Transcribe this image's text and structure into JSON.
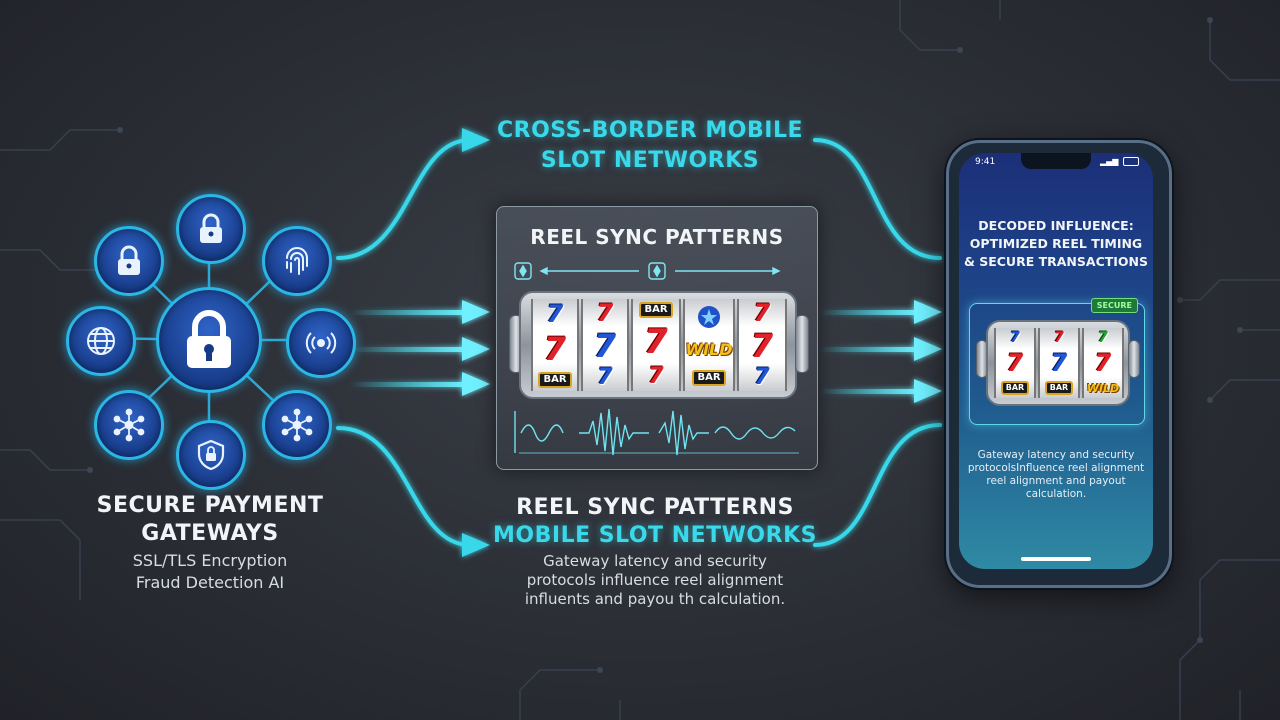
{
  "hub": {
    "title_line1": "SECURE PAYMENT",
    "title_line2": "GATEWAYS",
    "sub_line1": "SSL/TLS Encryption",
    "sub_line2": "Fraud Detection AI"
  },
  "top_label": {
    "line1": "CROSS-BORDER MOBILE",
    "line2": "SLOT NETWORKS"
  },
  "panel": {
    "title": "REEL SYNC PATTERNS",
    "reels": [
      [
        "7",
        "7",
        "BAR"
      ],
      [
        "7",
        "7",
        "7"
      ],
      [
        "BAR",
        "7",
        "7"
      ],
      [
        "star",
        "WILD",
        "BAR"
      ],
      [
        "7",
        "7",
        "7"
      ]
    ]
  },
  "bottom_label": {
    "line1": "REEL SYNC PATTERNS",
    "line2": "MOBILE SLOT NETWORKS",
    "desc_line1": "Gateway latency and security",
    "desc_line2": "protocols influence reel alignment",
    "desc_line3": "influents and payou th calculation."
  },
  "phone": {
    "time": "9:41",
    "heading_line1": "DECODED INFLUENCE:",
    "heading_line2": "OPTIMIZED REEL TIMING",
    "heading_line3": "& SECURE TRANSACTIONS",
    "badge": "SECURE",
    "reel_bar": "BAR",
    "reel_wild": "WILD",
    "desc_line1": "Gateway latency and security",
    "desc_line2": "protocolsInfluence reel alignment",
    "desc_line3": "reel alignment and payout",
    "desc_line4": "calculation."
  },
  "colors": {
    "accent_cyan": "#39d8ea",
    "node_blue": "#1d4aa8",
    "background": "#2b2e35"
  }
}
